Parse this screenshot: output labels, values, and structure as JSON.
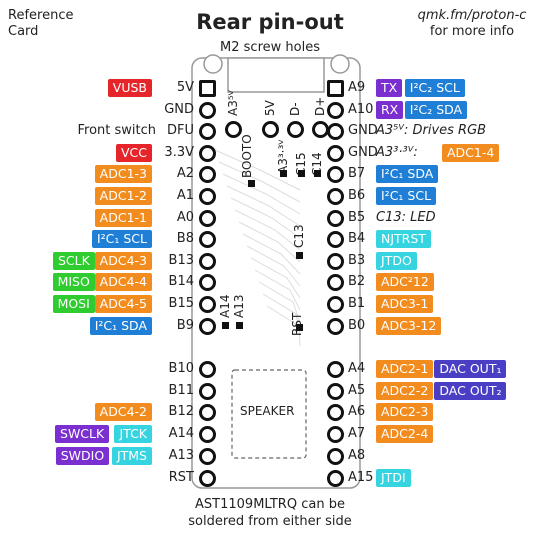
{
  "header": {
    "title": "Rear pin-out",
    "subtitle": "M2 screw holes",
    "ref_line1": "Reference",
    "ref_line2": "Card",
    "url_line1": "qmk.fm/proton-c",
    "url_line2": "for more info"
  },
  "footer": {
    "line1": "AST1109MLTRQ can be",
    "line2": "soldered from either side"
  },
  "board": {
    "speaker": "SPEAKER",
    "rst_pad": "RST",
    "booto_pad": "BOOTO"
  },
  "colors": {
    "red": "#e5252a",
    "orange": "#f28c1e",
    "blue": "#1f7fd6",
    "green": "#2ecc2e",
    "cyan": "#35d4e0",
    "purple": "#7b2fd0",
    "violet": "#4a3fc4"
  },
  "left_pins": [
    {
      "label": "5V",
      "tags": [
        {
          "text": "VUSB",
          "color": "red"
        }
      ]
    },
    {
      "label": "GND",
      "tags": []
    },
    {
      "label": "DFU",
      "note": "Front switch",
      "tags": []
    },
    {
      "label": "3.3V",
      "tags": [
        {
          "text": "VCC",
          "color": "red"
        }
      ]
    },
    {
      "label": "A2",
      "tags": [
        {
          "text": "ADC1-3",
          "color": "orange"
        }
      ]
    },
    {
      "label": "A1",
      "tags": [
        {
          "text": "ADC1-2",
          "color": "orange"
        }
      ]
    },
    {
      "label": "A0",
      "tags": [
        {
          "text": "ADC1-1",
          "color": "orange"
        }
      ]
    },
    {
      "label": "B8",
      "tags": [
        {
          "text": "I²C₁ SCL",
          "color": "blue"
        }
      ]
    },
    {
      "label": "B13",
      "tags": [
        {
          "text": "SCLK",
          "color": "green"
        },
        {
          "text": "ADC4-3",
          "color": "orange"
        }
      ]
    },
    {
      "label": "B14",
      "tags": [
        {
          "text": "MISO",
          "color": "green"
        },
        {
          "text": "ADC4-4",
          "color": "orange"
        }
      ]
    },
    {
      "label": "B15",
      "tags": [
        {
          "text": "MOSI",
          "color": "green"
        },
        {
          "text": "ADC4-5",
          "color": "orange"
        }
      ]
    },
    {
      "label": "B9",
      "tags": [
        {
          "text": "I²C₁ SDA",
          "color": "blue"
        }
      ]
    },
    {
      "label": "B10",
      "tags": []
    },
    {
      "label": "B11",
      "tags": []
    },
    {
      "label": "B12",
      "tags": [
        {
          "text": "ADC4-2",
          "color": "orange"
        }
      ]
    },
    {
      "label": "A14",
      "tags": [
        {
          "text": "SWCLK",
          "color": "purple"
        },
        {
          "text": "JTCK",
          "color": "cyan"
        }
      ]
    },
    {
      "label": "A13",
      "tags": [
        {
          "text": "SWDIO",
          "color": "purple"
        },
        {
          "text": "JTMS",
          "color": "cyan"
        }
      ]
    },
    {
      "label": "RST",
      "tags": []
    }
  ],
  "right_pins": [
    {
      "label": "A9",
      "tags": [
        {
          "text": "TX",
          "color": "purple"
        },
        {
          "text": "I²C₂ SCL",
          "color": "blue"
        }
      ]
    },
    {
      "label": "A10",
      "tags": [
        {
          "text": "RX",
          "color": "purple"
        },
        {
          "text": "I²C₂ SDA",
          "color": "blue"
        }
      ]
    },
    {
      "label": "GND",
      "note": "A3⁵ⱽ: Drives RGB",
      "tags": []
    },
    {
      "label": "GND",
      "note": "A3³·³ⱽ:",
      "tags": [
        {
          "text": "ADC1-4",
          "color": "orange"
        }
      ]
    },
    {
      "label": "B7",
      "tags": [
        {
          "text": "I²C₁ SDA",
          "color": "blue"
        }
      ]
    },
    {
      "label": "B6",
      "tags": [
        {
          "text": "I²C₁ SCL",
          "color": "blue"
        }
      ]
    },
    {
      "label": "B5",
      "note": "C13: LED",
      "tags": []
    },
    {
      "label": "B4",
      "tags": [
        {
          "text": "NJTRST",
          "color": "cyan"
        }
      ]
    },
    {
      "label": "B3",
      "tags": [
        {
          "text": "JTDO",
          "color": "cyan"
        }
      ]
    },
    {
      "label": "B2",
      "tags": [
        {
          "text": "ADC²12",
          "color": "orange"
        }
      ]
    },
    {
      "label": "B1",
      "tags": [
        {
          "text": "ADC3-1",
          "color": "orange"
        }
      ]
    },
    {
      "label": "B0",
      "tags": [
        {
          "text": "ADC3-12",
          "color": "orange"
        }
      ]
    },
    {
      "label": "A4",
      "tags": [
        {
          "text": "ADC2-1",
          "color": "orange"
        },
        {
          "text": "DAC OUT₁",
          "color": "violet"
        }
      ]
    },
    {
      "label": "A5",
      "tags": [
        {
          "text": "ADC2-2",
          "color": "orange"
        },
        {
          "text": "DAC OUT₂",
          "color": "violet"
        }
      ]
    },
    {
      "label": "A6",
      "tags": [
        {
          "text": "ADC2-3",
          "color": "orange"
        }
      ]
    },
    {
      "label": "A7",
      "tags": [
        {
          "text": "ADC2-4",
          "color": "orange"
        }
      ]
    },
    {
      "label": "A8",
      "tags": []
    },
    {
      "label": "A15",
      "tags": [
        {
          "text": "JTDI",
          "color": "cyan"
        }
      ]
    }
  ],
  "top_pins": [
    {
      "label": "A3⁵ⱽ"
    },
    {
      "label": "5V"
    },
    {
      "label": "D-"
    },
    {
      "label": "D+"
    }
  ],
  "inner_labels": [
    {
      "label": "A3³·³ⱽ"
    },
    {
      "label": "C15"
    },
    {
      "label": "C14"
    },
    {
      "label": "C13"
    },
    {
      "label": "A14"
    },
    {
      "label": "A13"
    }
  ]
}
